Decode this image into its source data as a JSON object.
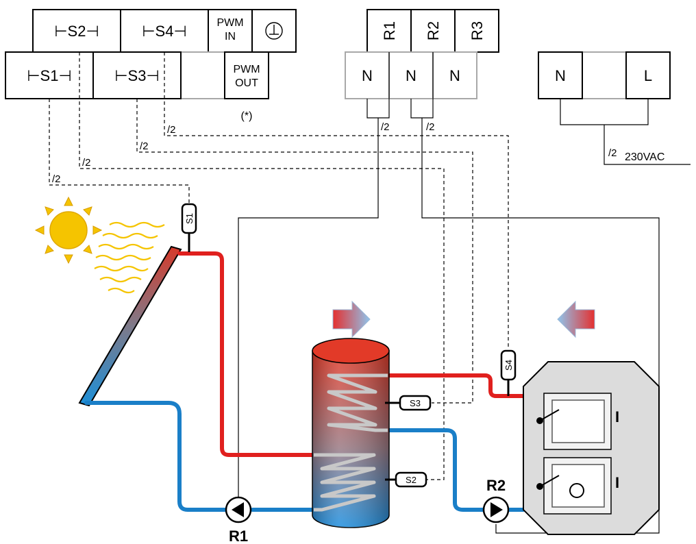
{
  "terminals": {
    "top_row": [
      "⊢S2⊣",
      "⊢S4⊣",
      "PWM",
      "IN",
      "⊥"
    ],
    "bottom_row": [
      "⊢S1⊣",
      "⊢S3⊣",
      "PWM",
      "OUT"
    ],
    "note": "(*)",
    "relays": [
      "R1",
      "R2",
      "R3"
    ],
    "neutrals": [
      "N",
      "N",
      "N"
    ],
    "supply": [
      "N",
      "L"
    ],
    "voltage": "230VAC"
  },
  "wires": {
    "slash": "/2"
  },
  "sensors": [
    "S1",
    "S2",
    "S3",
    "S4"
  ],
  "pumps": [
    "R1",
    "R2"
  ],
  "boiler": {
    "switch_top": "I",
    "switch_bottom": "I",
    "switch_mark": "O"
  },
  "colors": {
    "hot": "#e0201e",
    "cold": "#1a7fc8",
    "sun": "#f5c400",
    "boiler_body": "#dcdcdc"
  }
}
